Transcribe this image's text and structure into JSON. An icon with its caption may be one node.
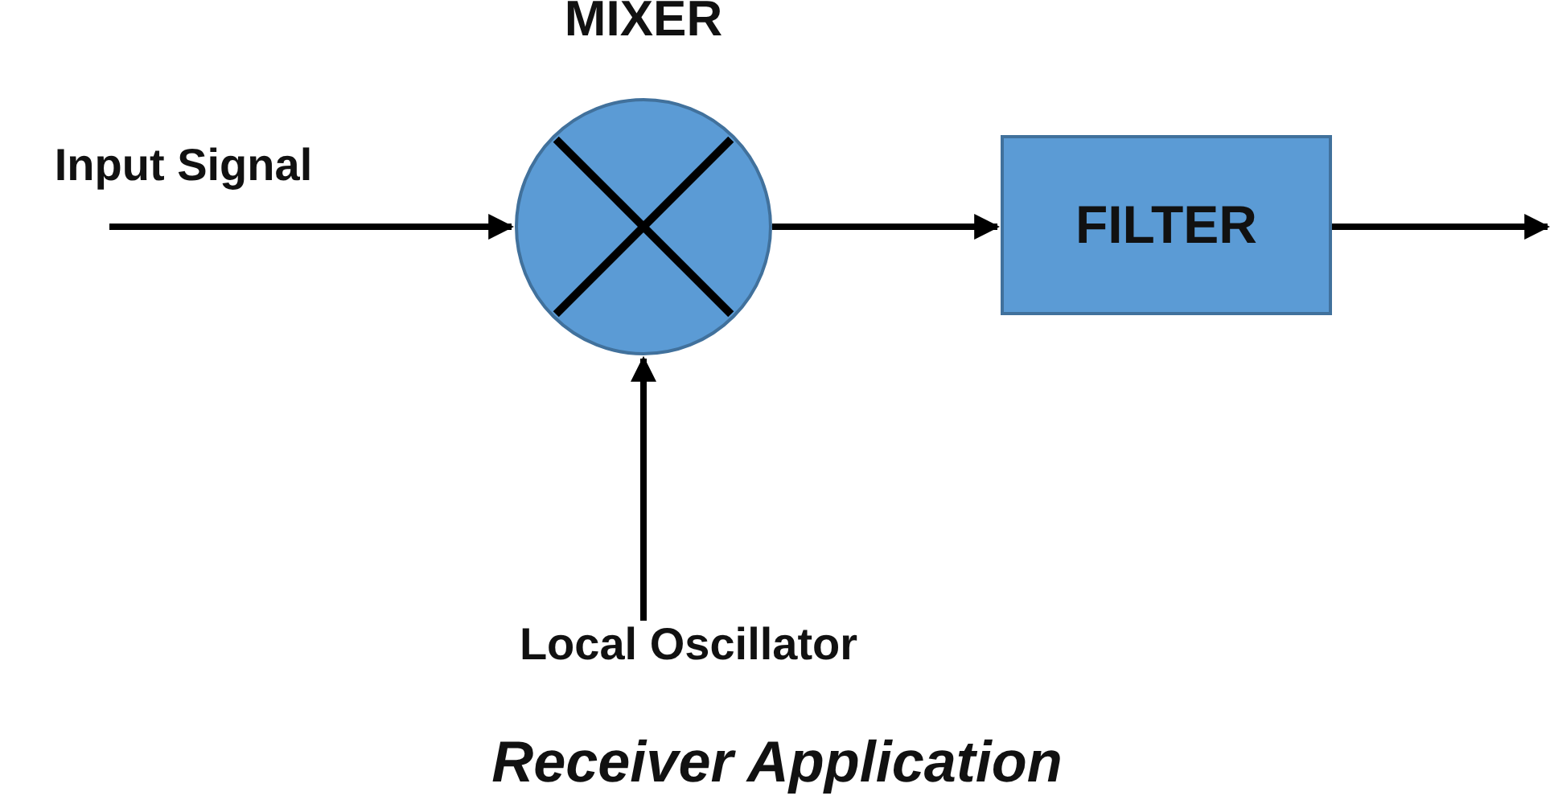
{
  "diagram": {
    "caption": "Receiver Application",
    "nodes": [
      {
        "text": [
          "Input Signal"
        ]
      },
      {
        "text": [
          "MIXER"
        ]
      },
      {
        "text": [
          "FILTER"
        ]
      },
      {
        "text": [
          "Local Oscillator"
        ]
      }
    ],
    "edges": [
      {
        "from": 0,
        "to": 1,
        "arrow": "to"
      },
      {
        "from": 1,
        "to": 2,
        "arrow": "to"
      },
      {
        "from": 2,
        "to": null,
        "arrow": "to"
      },
      {
        "from": 3,
        "to": 1,
        "arrow": "to"
      }
    ]
  }
}
